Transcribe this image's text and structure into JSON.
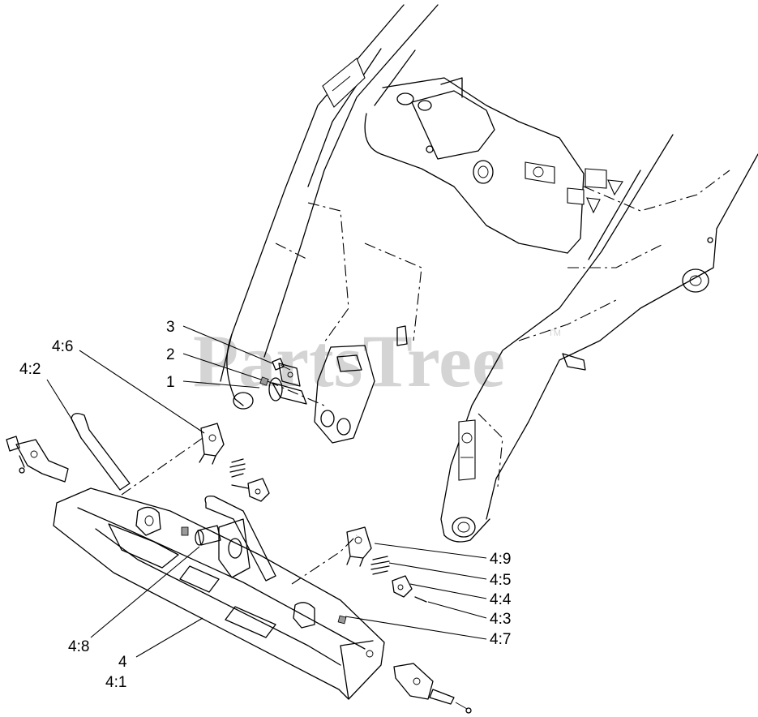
{
  "watermark": {
    "text": "PartsTree",
    "trademark": "TM"
  },
  "callouts": [
    {
      "id": "callout-3",
      "label": "3"
    },
    {
      "id": "callout-2",
      "label": "2"
    },
    {
      "id": "callout-1",
      "label": "1"
    },
    {
      "id": "callout-4-6",
      "label": "4:6"
    },
    {
      "id": "callout-4-2",
      "label": "4:2"
    },
    {
      "id": "callout-4-9",
      "label": "4:9"
    },
    {
      "id": "callout-4-5",
      "label": "4:5"
    },
    {
      "id": "callout-4-4",
      "label": "4:4"
    },
    {
      "id": "callout-4-3",
      "label": "4:3"
    },
    {
      "id": "callout-4-7",
      "label": "4:7"
    },
    {
      "id": "callout-4-8",
      "label": "4:8"
    },
    {
      "id": "callout-4",
      "label": "4"
    },
    {
      "id": "callout-4-1",
      "label": "4:1"
    }
  ]
}
